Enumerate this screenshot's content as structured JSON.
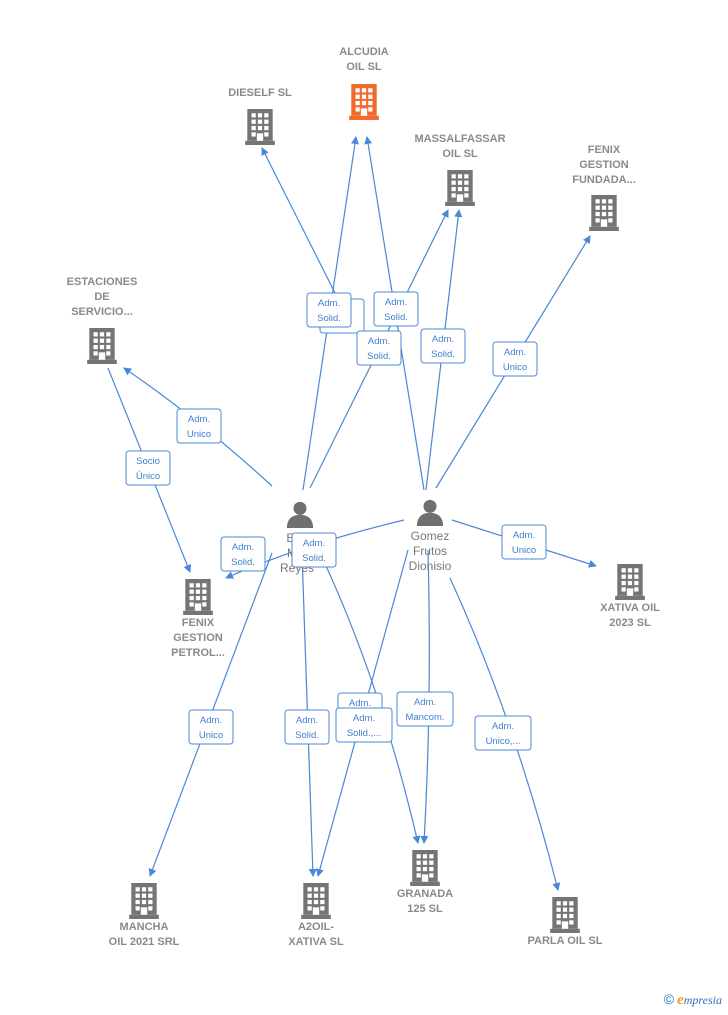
{
  "colors": {
    "edge": "#4a88d6",
    "company": "#757575",
    "focus_company": "#f26a2e",
    "person": "#6f6f6f"
  },
  "companies": [
    {
      "id": "alcudia",
      "lines": [
        "ALCUDIA",
        "OIL  SL"
      ],
      "focus": true,
      "icon": "building-icon"
    },
    {
      "id": "dieself",
      "lines": [
        "DIESELF  SL"
      ],
      "icon": "building-icon"
    },
    {
      "id": "massalfassar",
      "lines": [
        "MASSALFASSAR",
        "OIL  SL"
      ],
      "icon": "building-icon"
    },
    {
      "id": "fenix-fundada",
      "lines": [
        "FENIX",
        "GESTION",
        "FUNDADA..."
      ],
      "icon": "building-icon"
    },
    {
      "id": "estaciones",
      "lines": [
        "ESTACIONES",
        "DE",
        "SERVICIO..."
      ],
      "icon": "building-icon"
    },
    {
      "id": "fenix-petrol",
      "lines": [
        "FENIX",
        "GESTION",
        "PETROL..."
      ],
      "icon": "building-icon"
    },
    {
      "id": "xativa2023",
      "lines": [
        "XATIVA OIL",
        "2023  SL"
      ],
      "icon": "building-icon"
    },
    {
      "id": "mancha",
      "lines": [
        "MANCHA",
        "OIL 2021 SRL"
      ],
      "icon": "building-icon"
    },
    {
      "id": "a2oil",
      "lines": [
        "A2OIL-",
        "XATIVA  SL"
      ],
      "icon": "building-icon"
    },
    {
      "id": "granada",
      "lines": [
        "GRANADA",
        "125  SL"
      ],
      "icon": "building-icon"
    },
    {
      "id": "parla",
      "lines": [
        "PARLA OIL  SL"
      ],
      "icon": "building-icon"
    }
  ],
  "persons": [
    {
      "id": "edo",
      "lines": [
        "Edo",
        "M...",
        "Reyes"
      ],
      "icon": "person-icon"
    },
    {
      "id": "gomez",
      "lines": [
        "Gomez",
        "Frutos",
        "Dionisio"
      ],
      "icon": "person-icon"
    }
  ],
  "edges": [
    {
      "lines": [
        "Adm.",
        "Solid."
      ]
    },
    {
      "lines": [
        "Adm.",
        "Solid."
      ]
    },
    {
      "lines": [
        "Adm.",
        "Solid."
      ]
    },
    {
      "lines": [
        "Adm.",
        "Solid."
      ]
    },
    {
      "lines": [
        "Adm.",
        "Unico"
      ]
    },
    {
      "lines": [
        "Adm.",
        "Unico"
      ]
    },
    {
      "lines": [
        "Socio",
        "Único"
      ]
    },
    {
      "lines": [
        "Adm.",
        "Solid."
      ]
    },
    {
      "lines": [
        "Adm.",
        "Solid."
      ]
    },
    {
      "lines": [
        "Adm.",
        "Unico"
      ]
    },
    {
      "lines": [
        "Adm.",
        "Unico"
      ]
    },
    {
      "lines": [
        "Adm.",
        "Solid."
      ]
    },
    {
      "lines": [
        "Adm.",
        "Solid.,..."
      ]
    },
    {
      "lines": [
        "Adm.",
        "Mancom."
      ]
    },
    {
      "lines": [
        "Adm.",
        "Unico,..."
      ]
    },
    {
      "lines": [
        "Adm.",
        "Solid."
      ]
    }
  ],
  "footer": {
    "copyright": "©",
    "brand_e": "e",
    "brand_rest": "mpresia"
  }
}
